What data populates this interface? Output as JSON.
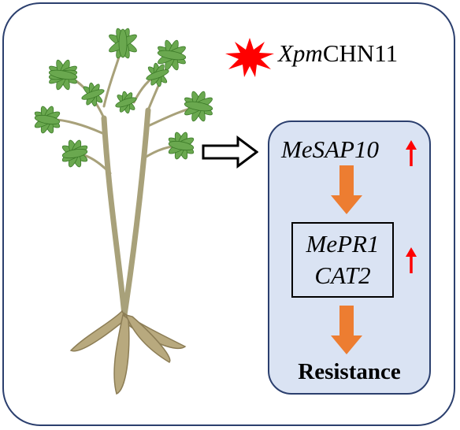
{
  "pathogen": {
    "name_italic": "Xpm",
    "name_rest": "CHN11",
    "icon": "red-starburst-icon"
  },
  "pathway": {
    "gene_top": "MeSAP10",
    "genes_boxed": [
      "MePR1",
      "CAT2"
    ],
    "outcome": "Resistance"
  },
  "colors": {
    "frame_border": "#2b3f6e",
    "panel_fill": "#dae3f3",
    "flow_arrow": "#ed7d31",
    "upregulation_arrow": "#ff0000",
    "pathogen_burst": "#ff0000",
    "leaf": "#6aa84f",
    "stem": "#a8a17a",
    "root": "#b8a97e"
  }
}
